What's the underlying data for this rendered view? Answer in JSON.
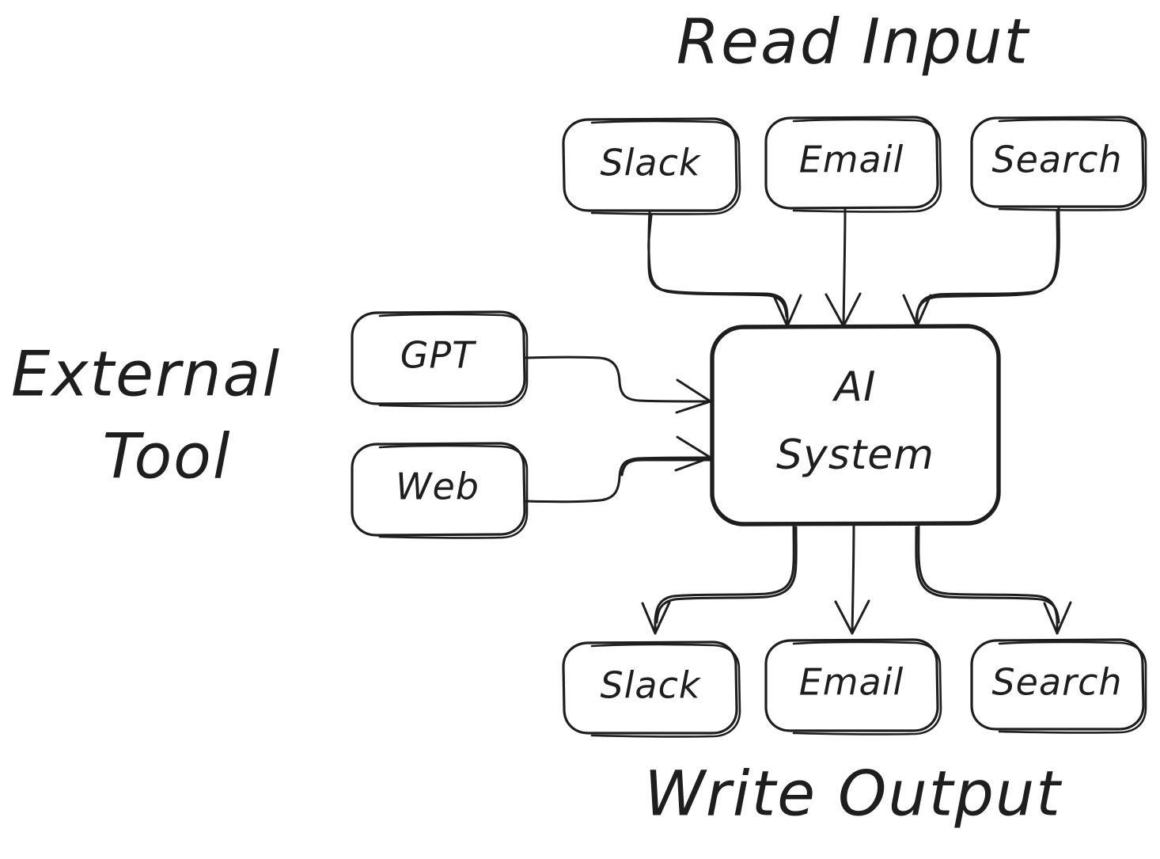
{
  "diagram": {
    "title_read_input": "Read Input",
    "title_write_output": "Write Output",
    "title_external_tool_line1": "External",
    "title_external_tool_line2": "Tool",
    "stroke_color": "#1e1e1e",
    "background_color": "#ffffff"
  },
  "center": {
    "label_line1": "AI",
    "label_line2": "System"
  },
  "inputs": [
    {
      "id": "slack-in",
      "label": "Slack"
    },
    {
      "id": "email-in",
      "label": "Email"
    },
    {
      "id": "search-in",
      "label": "Search"
    }
  ],
  "tools": [
    {
      "id": "gpt",
      "label": "GPT"
    },
    {
      "id": "web",
      "label": "Web"
    }
  ],
  "outputs": [
    {
      "id": "slack-out",
      "label": "Slack"
    },
    {
      "id": "email-out",
      "label": "Email"
    },
    {
      "id": "search-out",
      "label": "Search"
    }
  ],
  "edges": [
    {
      "from": "slack-in",
      "to": "ai-system"
    },
    {
      "from": "email-in",
      "to": "ai-system"
    },
    {
      "from": "search-in",
      "to": "ai-system"
    },
    {
      "from": "gpt",
      "to": "ai-system"
    },
    {
      "from": "web",
      "to": "ai-system"
    },
    {
      "from": "ai-system",
      "to": "slack-out"
    },
    {
      "from": "ai-system",
      "to": "email-out"
    },
    {
      "from": "ai-system",
      "to": "search-out"
    }
  ]
}
